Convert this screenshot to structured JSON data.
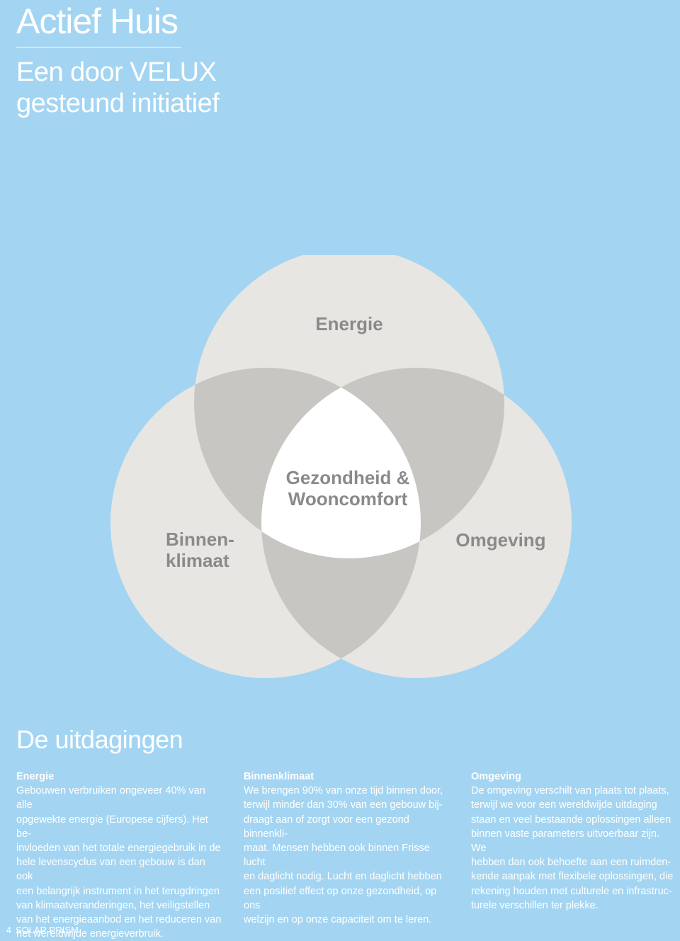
{
  "page": {
    "title": "Actief Huis",
    "subtitle_line1": "Een door VELUX",
    "subtitle_line2": "gesteund initiatief"
  },
  "diagram": {
    "top_label": "Energie",
    "center_line1": "Gezondheid &",
    "center_line2": "Wooncomfort",
    "left_line1": "Binnen-",
    "left_line2": "klimaat",
    "right_label": "Omgeving",
    "colors": {
      "background": "#a3d5f2",
      "circle": "#e8e6e2",
      "overlap": "#c8c6c2",
      "center": "#ffffff",
      "label": "#8a8a8a"
    }
  },
  "section": {
    "title": "De uitdagingen"
  },
  "columns": [
    {
      "heading": "Energie",
      "lines": [
        "Gebouwen verbruiken ongeveer 40% van alle",
        "opgewekte energie (Europese cijfers). Het be-",
        "invloeden van het totale energiegebruik in de",
        "hele levenscyclus van een gebouw is dan ook",
        "een belangrijk instrument in het terugdringen",
        "van klimaatveranderingen, het veiligstellen",
        "van het energieaanbod en het reduceren van",
        "het wereldwijde energieverbruik."
      ]
    },
    {
      "heading": "Binnenklimaat",
      "lines": [
        "We brengen 90% van onze tijd binnen door,",
        "terwijl minder dan 30% van een gebouw bij-",
        "draagt aan of zorgt voor een gezond binnenkli-",
        "maat. Mensen hebben ook binnen Frisse lucht",
        "en daglicht nodig. Lucht en daglicht hebben",
        "een positief effect op onze gezondheid, op ons",
        "welzijn en op onze capaciteit om te leren."
      ]
    },
    {
      "heading": "Omgeving",
      "lines": [
        "De omgeving verschilt van plaats tot plaats,",
        "terwijl we voor een wereldwijde uitdaging",
        "staan en veel bestaande oplossingen alleen",
        "binnen vaste parameters uitvoerbaar zijn. We",
        "hebben dan ook behoefte aan een ruimden-",
        "kende aanpak met flexibele oplossingen, die",
        "rekening houden met culturele en infrastruc-",
        "turele verschillen ter plekke."
      ]
    }
  ],
  "footer": {
    "page_number": "4",
    "publication": "SOLAR PRISM"
  }
}
